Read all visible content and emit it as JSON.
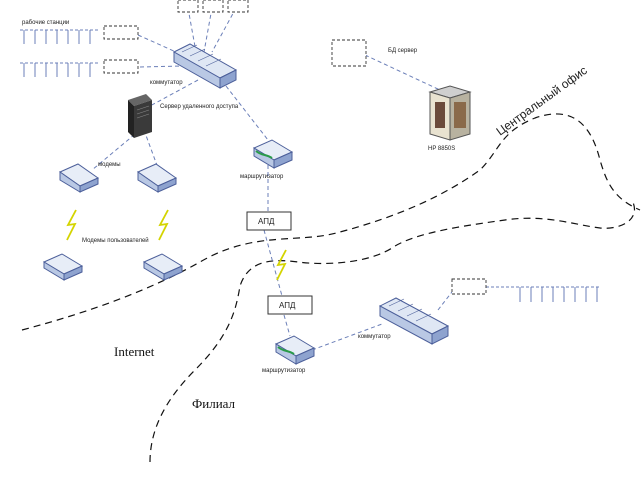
{
  "labels": {
    "workstations": "рабочие станции",
    "switch_main": "коммутатор",
    "access_server": "Сервер удаленного доступа",
    "modems_top": "модемы",
    "modems_remote": "Модемы пользователей",
    "router_main": "маршрутизатор",
    "apd_top": "АПД",
    "apd_bottom": "АПД",
    "router_branch": "маршрутизатор",
    "switch_branch": "коммутатор",
    "db_server": "БД сервер",
    "storage": "HP 8850S",
    "central_office": "Центральный офис",
    "internet": "Internet",
    "branch": "Филиал"
  }
}
